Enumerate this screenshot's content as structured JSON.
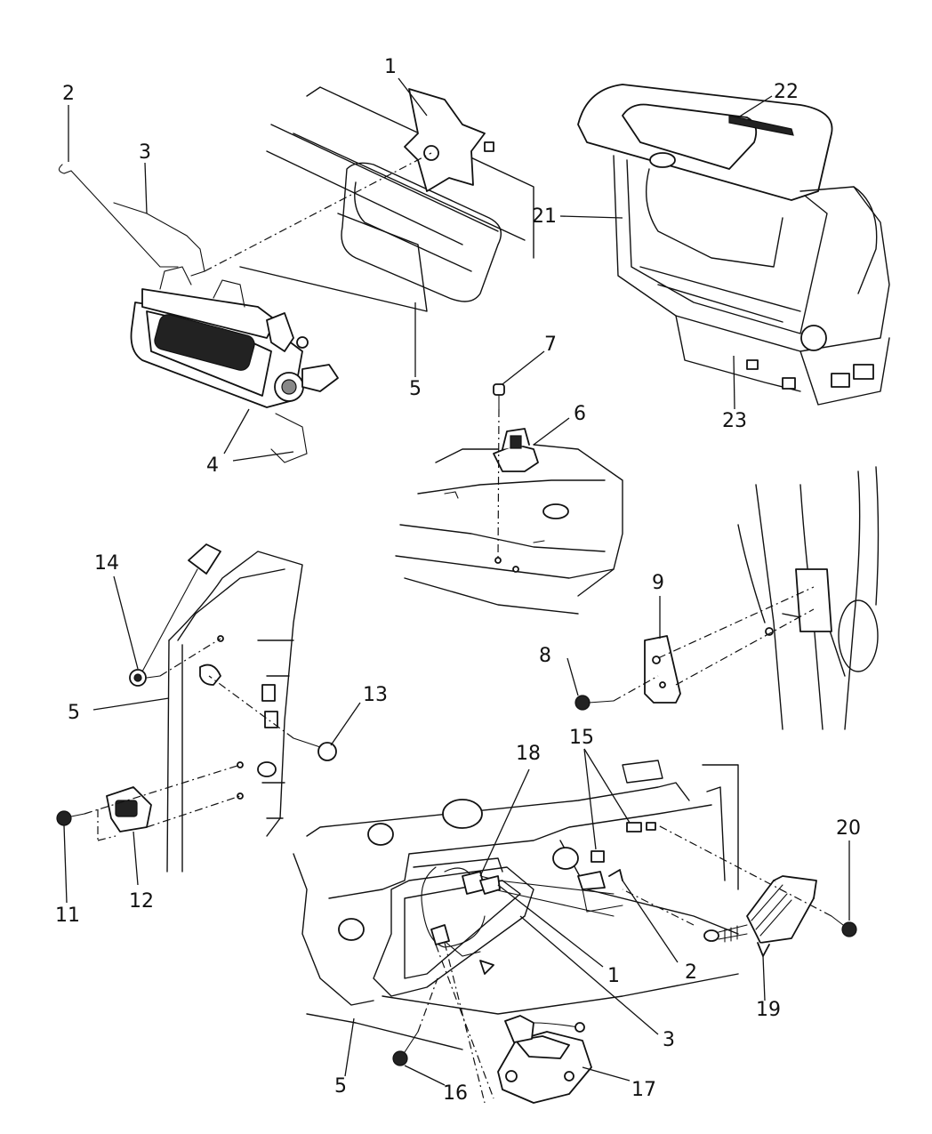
{
  "callouts": {
    "c1a": "1",
    "c1b": "1",
    "c2a": "2",
    "c2b": "2",
    "c3a": "3",
    "c3b": "3",
    "c4": "4",
    "c5a": "5",
    "c5b": "5",
    "c5c": "5",
    "c6": "6",
    "c7": "7",
    "c8": "8",
    "c9": "9",
    "c11": "11",
    "c12": "12",
    "c13": "13",
    "c14": "14",
    "c15": "15",
    "c16": "16",
    "c17": "17",
    "c18": "18",
    "c19": "19",
    "c20": "20",
    "c21": "21",
    "c22": "22",
    "c23": "23"
  }
}
